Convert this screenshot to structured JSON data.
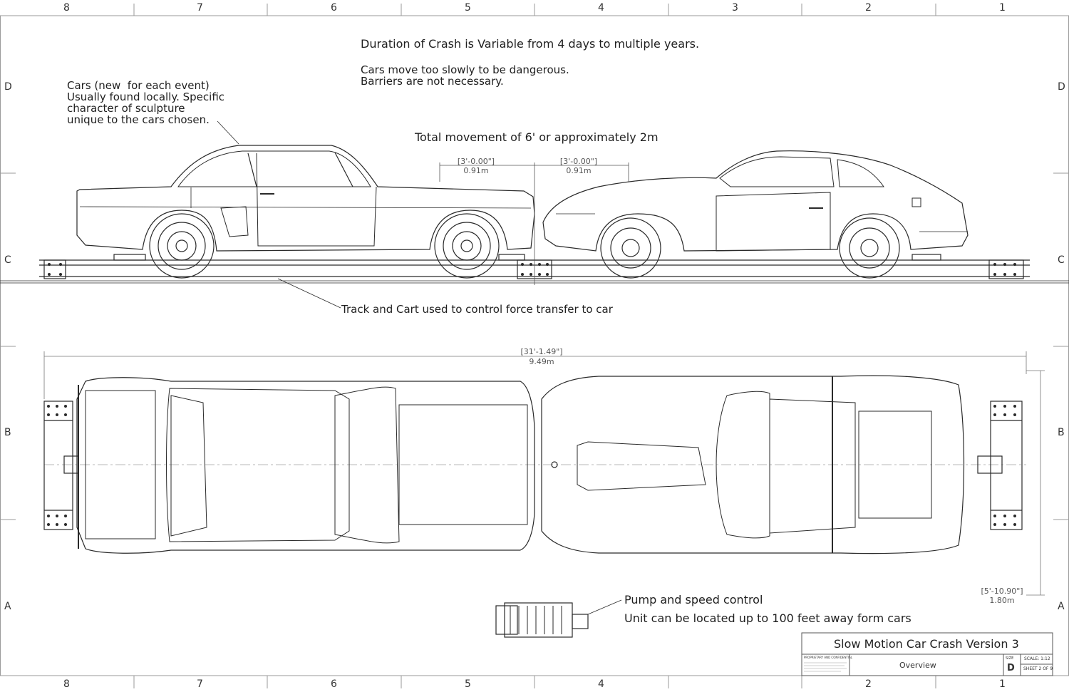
{
  "notes": {
    "duration": "Duration of Crash is Variable from 4 days to multiple years.",
    "slow_line1": "Cars move too slowly to be dangerous.",
    "slow_line2": "Barriers are not necessary.",
    "cars_line1": "Cars (new  for each event)",
    "cars_line2": "Usually found locally. Specific",
    "cars_line3": "character of sculpture",
    "cars_line4": "unique to the cars chosen.",
    "movement": "Total movement of 6' or approximately 2m",
    "track": "Track and Cart used to control force transfer to car",
    "pump_line1": "Pump and speed control",
    "pump_line2": "Unit can be located up to 100 feet away form cars"
  },
  "dimensions": {
    "left_move_imperial": "[3'-0.00\"]",
    "left_move_metric": "0.91m",
    "right_move_imperial": "[3'-0.00\"]",
    "right_move_metric": "0.91m",
    "overall_length_imperial": "[31'-1.49\"]",
    "overall_length_metric": "9.49m",
    "width_imperial": "[5'-10.90\"]",
    "width_metric": "1.80m"
  },
  "zones": {
    "columns": [
      "8",
      "7",
      "6",
      "5",
      "4",
      "3",
      "2",
      "1"
    ],
    "rows": [
      "D",
      "C",
      "B",
      "A"
    ]
  },
  "title_block": {
    "title": "Slow Motion Car Crash Version 3",
    "drawing_name": "Overview",
    "size_label": "SIZE",
    "size": "D",
    "scale": "SCALE: 1:12",
    "sheet": "SHEET 2 OF 9",
    "proprietary": "PROPRIETARY AND CONFIDENTIAL"
  },
  "colors": {
    "line": "#2a2a2a",
    "dim": "#777777",
    "paper": "#ffffff"
  }
}
